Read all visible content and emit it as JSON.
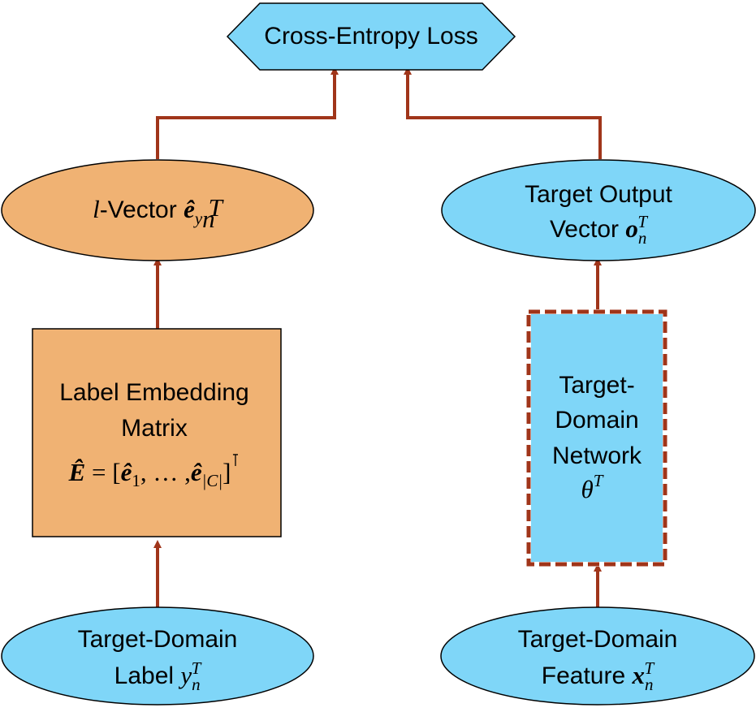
{
  "colors": {
    "blue_fill": "#7fd6f8",
    "orange_fill": "#f0b273",
    "stroke": "#000000",
    "arrow": "#a0351a"
  },
  "nodes": {
    "loss": {
      "label": "Cross-Entropy Loss"
    },
    "l_vector": {
      "label": "-Vector",
      "math_l": "l",
      "math_e": "ê",
      "math_sub_y": "y",
      "math_sub_n": "n",
      "math_sub_T": "T"
    },
    "target_output": {
      "line1": "Target Output",
      "line2": "Vector",
      "math_o": "o",
      "math_n": "n",
      "math_T": "T"
    },
    "label_embedding": {
      "line1": "Label Embedding",
      "line2": "Matrix",
      "formula_E": "Ê",
      "formula_eq": "=",
      "formula_open": "[",
      "formula_e1": "ê",
      "formula_1": "1",
      "formula_dots": ", … ,",
      "formula_eC": "ê",
      "formula_C": "|C|",
      "formula_close": "]",
      "formula_transpose": "⊺"
    },
    "target_network": {
      "line1": "Target-",
      "line2": "Domain",
      "line3": "Network",
      "math_theta": "θ",
      "math_T": "T"
    },
    "target_label": {
      "line1": "Target-Domain",
      "line2": "Label",
      "math_y": "y",
      "math_n": "n",
      "math_T": "T"
    },
    "target_feature": {
      "line1": "Target-Domain",
      "line2": "Feature",
      "math_x": "x",
      "math_n": "n",
      "math_T": "T"
    }
  },
  "edges": [
    {
      "from": "target_label",
      "to": "label_embedding"
    },
    {
      "from": "label_embedding",
      "to": "l_vector"
    },
    {
      "from": "l_vector",
      "to": "loss"
    },
    {
      "from": "target_feature",
      "to": "target_network"
    },
    {
      "from": "target_network",
      "to": "target_output"
    },
    {
      "from": "target_output",
      "to": "loss"
    }
  ]
}
